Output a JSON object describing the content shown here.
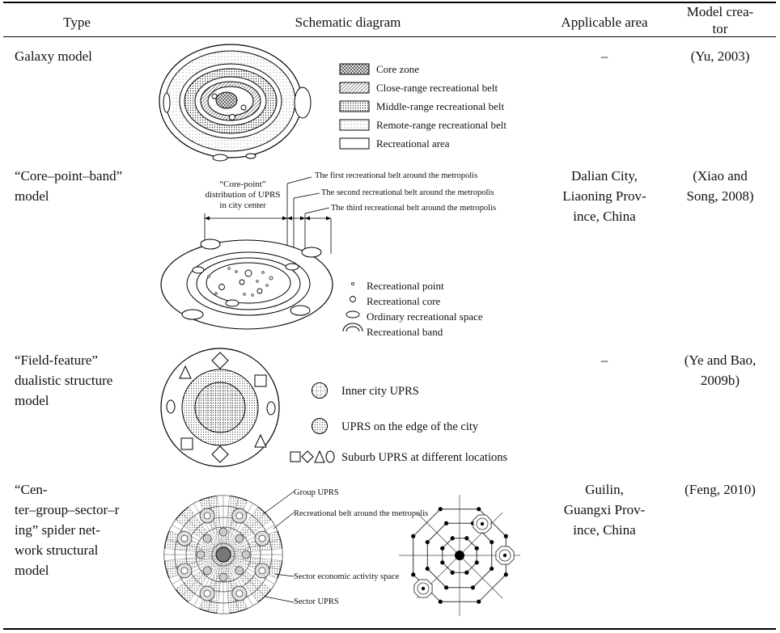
{
  "header": {
    "type": "Type",
    "diagram": "Schematic diagram",
    "area": "Applicable area",
    "creator_line1": "Model crea-",
    "creator_line2": "tor"
  },
  "rows": [
    {
      "type": [
        "Galaxy model"
      ],
      "area": [
        "–"
      ],
      "creator": [
        "(Yu, 2003)"
      ],
      "legend": [
        "Core zone",
        "Close-range recreational belt",
        "Middle-range recreational belt",
        "Remote-range recreational belt",
        "Recreational area"
      ]
    },
    {
      "type": [
        "“Core–point–band”",
        "model"
      ],
      "area": [
        "Dalian City,",
        "Liaoning Prov-",
        "ince, China"
      ],
      "creator": [
        "(Xiao and",
        "Song, 2008)"
      ],
      "annotations": {
        "core_point": [
          "“Core-point”",
          "distribution of UPRS",
          "in city center"
        ],
        "belt1": "The first recreational belt around the metropolis",
        "belt2": "The second recreational belt around the metropolis",
        "belt3": "The third recreational belt around the metropolis"
      },
      "legend": [
        "Recreational point",
        "Recreational core",
        "Ordinary recreational space",
        "Recreational band"
      ]
    },
    {
      "type": [
        "“Field-feature”",
        "dualistic structure",
        "model"
      ],
      "area": [
        "–"
      ],
      "creator": [
        "(Ye and Bao,",
        "2009b)"
      ],
      "legend": [
        "Inner city UPRS",
        "UPRS on the edge of the city",
        "Suburb UPRS at different locations"
      ]
    },
    {
      "type": [
        "“Cen-",
        "ter–group–sector–r",
        "ing” spider net-",
        "work structural",
        "model"
      ],
      "area": [
        "Guilin,",
        "Guangxi Prov-",
        "ince, China"
      ],
      "creator": [
        "(Feng, 2010)"
      ],
      "annotations": {
        "group": "Group UPRS",
        "belt": "Recreational belt around the metropolis",
        "sector_space": "Sector economic activity space",
        "sector": "Sector UPRS"
      }
    }
  ]
}
